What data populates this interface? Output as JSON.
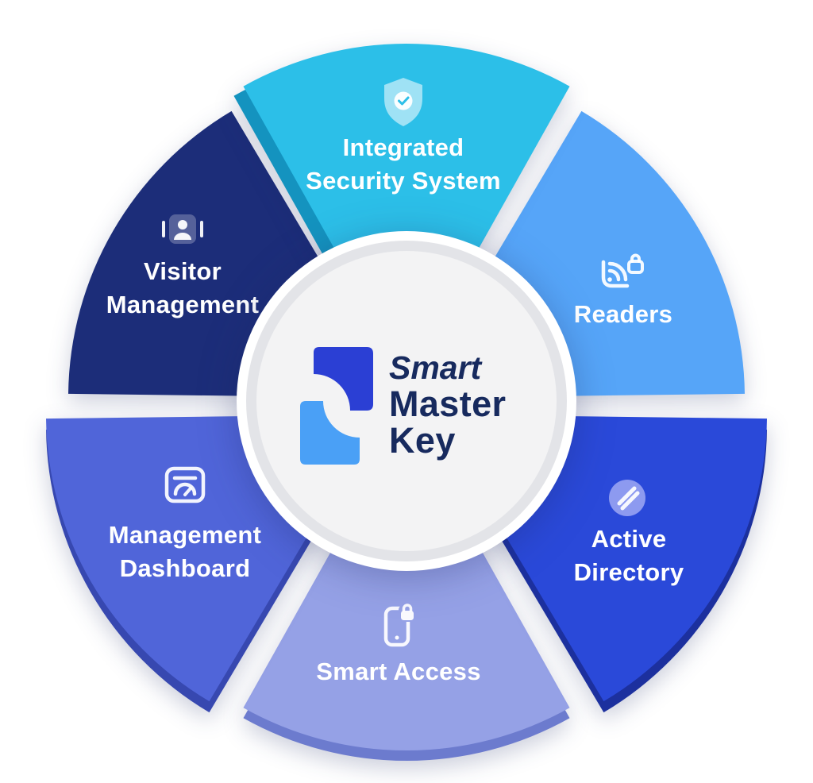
{
  "background": "#ffffff",
  "center": {
    "brand_line1": "Smart",
    "brand_line2": "Master",
    "brand_line3": "Key",
    "text_color": "#172a5e",
    "logo_dark_color": "#2b3fd4",
    "logo_light_color": "#4aa0f6",
    "circle_fill": "#f3f3f4",
    "ring_fill": "#e3e4e8"
  },
  "segments": [
    {
      "id": "integrated-security-system",
      "lines": [
        "Integrated",
        "Security System"
      ],
      "color": "#2cbfe8",
      "side_color": "#1493bf",
      "icon": "shield-check-icon"
    },
    {
      "id": "readers",
      "lines": [
        "Readers"
      ],
      "color": "#56a5f8",
      "side_color": "#3b86dd",
      "icon": "reader-signal-icon"
    },
    {
      "id": "active-directory",
      "lines": [
        "Active",
        "Directory"
      ],
      "color": "#2a49d9",
      "side_color": "#1c309e",
      "icon": "sync-check-icon",
      "icon_bg": "#8d9af0"
    },
    {
      "id": "smart-access",
      "lines": [
        "Smart Access"
      ],
      "color": "#95a1e6",
      "side_color": "#6c7bce",
      "icon": "phone-lock-icon"
    },
    {
      "id": "management-dashboard",
      "lines": [
        "Management",
        "Dashboard"
      ],
      "color": "#5065d9",
      "side_color": "#3748b0",
      "icon": "dashboard-gauge-icon"
    },
    {
      "id": "visitor-management",
      "lines": [
        "Visitor",
        "Management"
      ],
      "color": "#1c2d79",
      "side_color": "#111d52",
      "icon": "visitor-badge-icon"
    }
  ]
}
